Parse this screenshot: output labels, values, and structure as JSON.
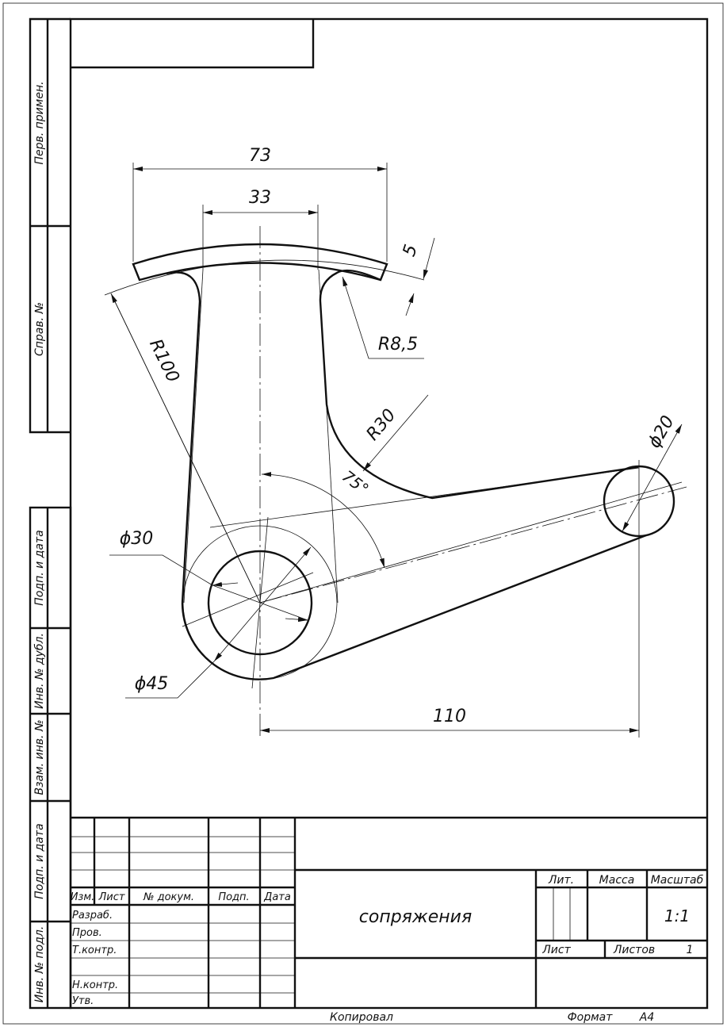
{
  "side_stamps": {
    "perv_primen": "Перв. примен.",
    "sprav_no": "Справ. №",
    "podp_data_1": "Подп. и дата",
    "inv_dubl": "Инв. № дубл.",
    "vzam_inv": "Взам. инв. №",
    "podp_data_2": "Подп. и дата",
    "inv_podl": "Инв. № подл."
  },
  "dimensions": {
    "width_73": "73",
    "width_33": "33",
    "thickness_5": "5",
    "radius_r8_5": "R8,5",
    "radius_r100": "R100",
    "radius_r30": "R30",
    "angle_75": "75°",
    "diameter_20": "ϕ20",
    "diameter_30": "ϕ30",
    "diameter_45": "ϕ45",
    "distance_110": "110"
  },
  "title_block": {
    "izm": "Изм.",
    "list": "Лист",
    "no_dokum": "№ докум.",
    "podp": "Подп.",
    "data": "Дата",
    "razrab": "Разраб.",
    "prov": "Пров.",
    "t_kontr": "Т.контр.",
    "n_kontr": "Н.контр.",
    "utv": "Утв.",
    "drawing_name": "сопряжения",
    "lit": "Лит.",
    "massa": "Масса",
    "masshtab": "Масштаб",
    "scale_value": "1:1",
    "sheet_label": "Лист",
    "sheets_label": "Листов",
    "sheets_value": "1"
  },
  "footer": {
    "kopiroval": "Копировал",
    "format_label": "Формат",
    "format_value": "А4"
  },
  "colors": {
    "line": "#111111",
    "paper": "#ffffff"
  }
}
